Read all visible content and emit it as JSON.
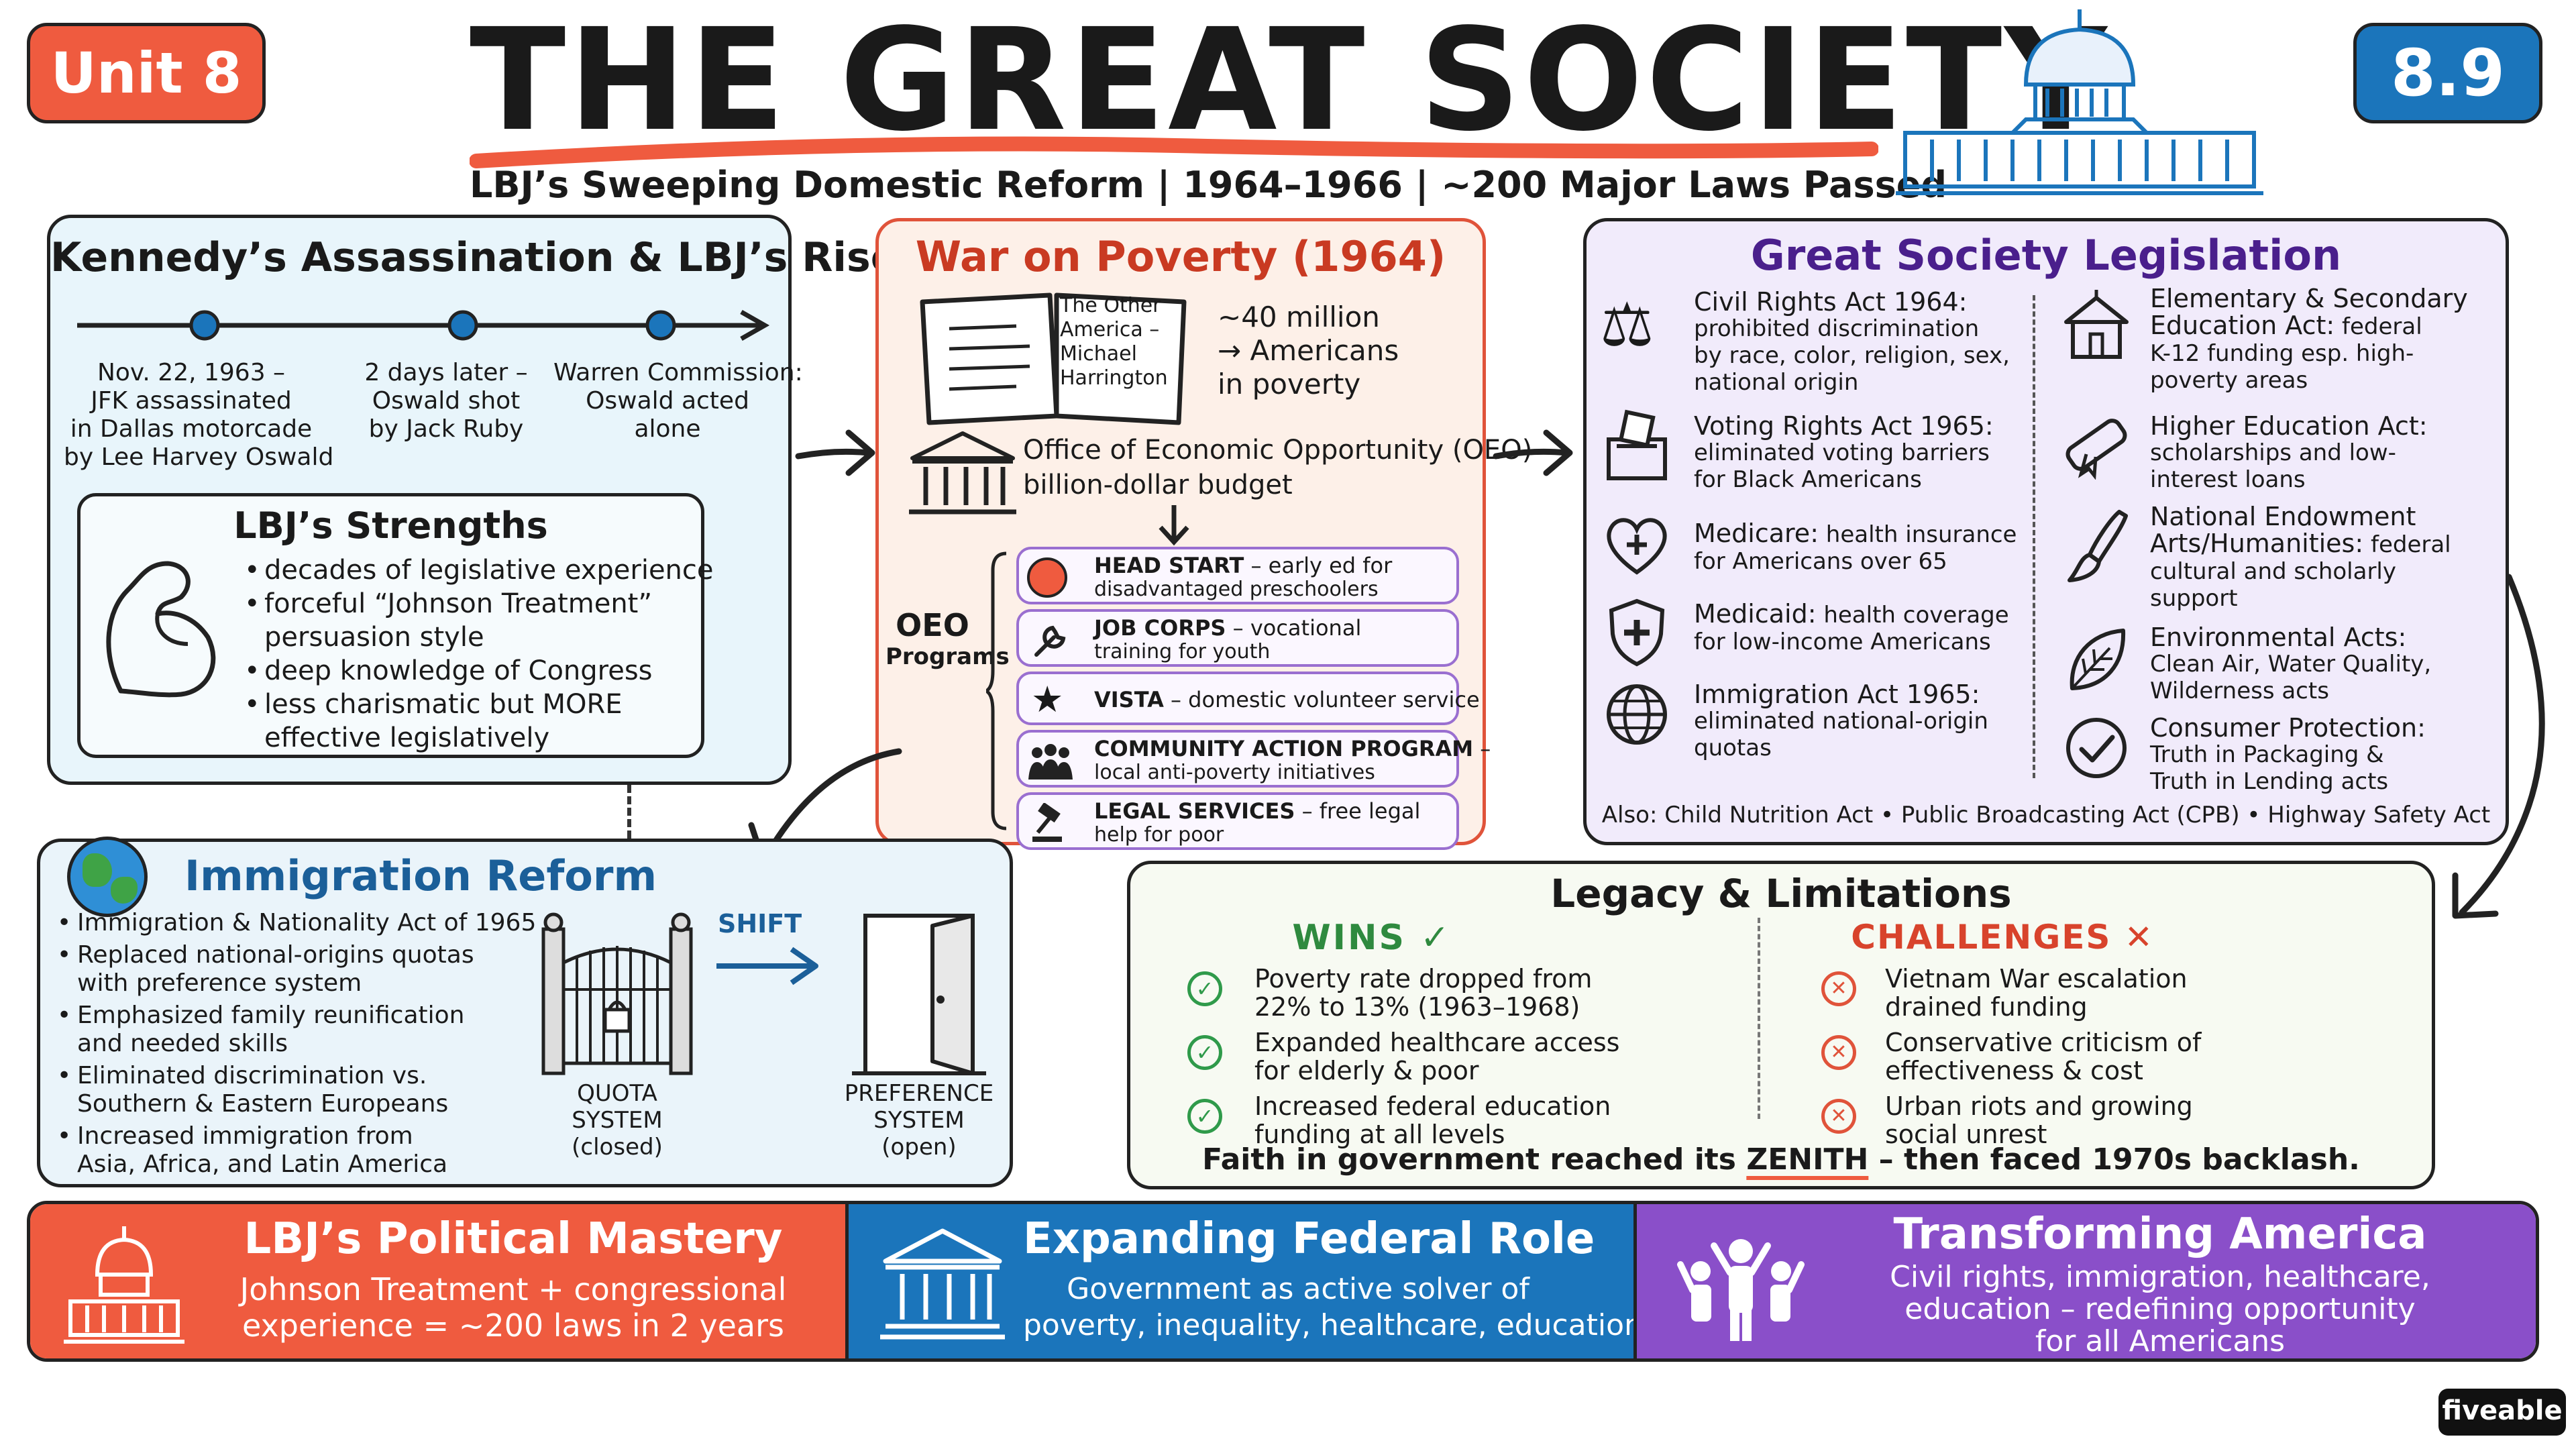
{
  "header": {
    "unit_badge": "Unit 8",
    "section_badge": "8.9",
    "title": "THE GREAT SOCIETY",
    "subtitle": "LBJ’s Sweeping Domestic Reform | 1964–1966 | ~200 Major Laws Passed"
  },
  "kennedy": {
    "title": "Kennedy’s Assassination & LBJ’s Rise",
    "timeline": [
      {
        "lines": [
          "Nov. 22, 1963 –",
          "JFK assassinated",
          "in Dallas motorcade",
          "by Lee Harvey Oswald"
        ]
      },
      {
        "lines": [
          "2 days later –",
          "Oswald shot",
          "by Jack Ruby"
        ]
      },
      {
        "lines": [
          "Warren Commission:",
          "Oswald acted",
          "alone"
        ]
      }
    ],
    "strengths_title": "LBJ’s Strengths",
    "strengths": [
      "decades of legislative experience",
      "forceful “Johnson Treatment”",
      "persuasion style",
      "deep knowledge of Congress",
      "less charismatic but MORE",
      "effective legislatively"
    ]
  },
  "poverty": {
    "title": "War on Poverty (1964)",
    "book_lines": [
      "The Other",
      "America –",
      "Michael",
      "Harrington"
    ],
    "stat_lines": [
      "~40 million",
      "→ Americans",
      "in poverty"
    ],
    "oeo_lines": [
      "Office of Economic Opportunity (OEO)",
      "billion-dollar budget"
    ],
    "programs_label": [
      "OEO",
      "Programs"
    ],
    "programs": [
      {
        "name": "HEAD START",
        "desc1": " – early ed for",
        "desc2": "disadvantaged preschoolers"
      },
      {
        "name": "JOB CORPS",
        "desc1": " – vocational",
        "desc2": "training for youth"
      },
      {
        "name": "VISTA",
        "desc1": " – domestic volunteer service",
        "desc2": ""
      },
      {
        "name": "COMMUNITY ACTION PROGRAM",
        "desc1": " –",
        "desc2": "local anti-poverty initiatives"
      },
      {
        "name": "LEGAL SERVICES",
        "desc1": " – free legal",
        "desc2": "help for poor"
      }
    ]
  },
  "legislation": {
    "title": "Great Society Legislation",
    "left": [
      {
        "head": "Civil Rights Act 1964:",
        "lines": [
          "prohibited discrimination",
          "by race, color, religion, sex,",
          "national origin"
        ]
      },
      {
        "head": "Voting Rights Act 1965:",
        "lines": [
          "eliminated voting barriers",
          "for Black Americans"
        ]
      },
      {
        "head": "Medicare:",
        "tail": " health insurance",
        "lines": [
          "for Americans over 65"
        ]
      },
      {
        "head": "Medicaid:",
        "tail": " health coverage",
        "lines": [
          "for low-income Americans"
        ]
      },
      {
        "head": "Immigration Act 1965:",
        "lines": [
          "eliminated national-origin",
          "quotas"
        ]
      }
    ],
    "right": [
      {
        "head": "Elementary & Secondary",
        "head2": "Education Act:",
        "tail": " federal",
        "lines": [
          "K-12 funding esp. high-",
          "poverty areas"
        ]
      },
      {
        "head": "Higher Education Act:",
        "lines": [
          "scholarships and low-",
          "interest loans"
        ]
      },
      {
        "head": "National Endowment",
        "head2": "Arts/Humanities:",
        "tail": " federal",
        "lines": [
          "cultural and scholarly",
          "support"
        ]
      },
      {
        "head": "Environmental Acts:",
        "lines": [
          "Clean Air, Water Quality,",
          "Wilderness acts"
        ]
      },
      {
        "head": "Consumer Protection:",
        "lines": [
          "Truth in Packaging &",
          "Truth in Lending acts"
        ]
      }
    ],
    "also": "Also: Child Nutrition Act • Public Broadcasting Act (CPB) • Highway Safety Act"
  },
  "immigration": {
    "title": "Immigration Reform",
    "bullets": [
      [
        "Immigration & Nationality Act of 1965"
      ],
      [
        "Replaced national-origins quotas",
        "with preference system"
      ],
      [
        "Emphasized family reunification",
        "and needed skills"
      ],
      [
        "Eliminated discrimination vs.",
        "Southern & Eastern Europeans"
      ],
      [
        "Increased immigration from",
        "Asia, Africa, and Latin America"
      ]
    ],
    "shift_label": "SHIFT",
    "quota_label": [
      "QUOTA",
      "SYSTEM",
      "(closed)"
    ],
    "preference_label": [
      "PREFERENCE",
      "SYSTEM",
      "(open)"
    ]
  },
  "legacy": {
    "title": "Legacy & Limitations",
    "wins_title": "WINS ✓",
    "wins": [
      [
        "Poverty rate dropped from",
        "22% to 13% (1963–1968)"
      ],
      [
        "Expanded healthcare access",
        "for elderly & poor"
      ],
      [
        "Increased federal education",
        "funding at all levels"
      ]
    ],
    "challenges_title": "CHALLENGES ✕",
    "challenges": [
      [
        "Vietnam War escalation",
        "drained funding"
      ],
      [
        "Conservative criticism of",
        "effectiveness & cost"
      ],
      [
        "Urban riots and growing",
        "social unrest"
      ]
    ],
    "footer_pre": "Faith in government reached its ",
    "footer_key": "ZENITH",
    "footer_post": " – then faced 1970s backlash."
  },
  "bands": [
    {
      "title": "LBJ’s Political Mastery",
      "lines": [
        "Johnson Treatment + congressional",
        "experience = ~200 laws in 2 years"
      ]
    },
    {
      "title": "Expanding Federal Role",
      "lines": [
        "Government as active solver of",
        "poverty, inequality, healthcare, education"
      ]
    },
    {
      "title": "Transforming America",
      "lines": [
        "Civil rights, immigration, healthcare,",
        "education – redefining opportunity",
        "for all Americans"
      ]
    }
  ],
  "brand": "fiveable",
  "colors": {
    "red": "#ef5b3f",
    "blue": "#1b75bb",
    "purple": "#8a4fc9",
    "kennedy_bg": "#e8f5fb",
    "poverty_bg": "#fdf0e8",
    "legislation_bg": "#f1ebfb",
    "legacy_bg": "#f7faf2"
  }
}
